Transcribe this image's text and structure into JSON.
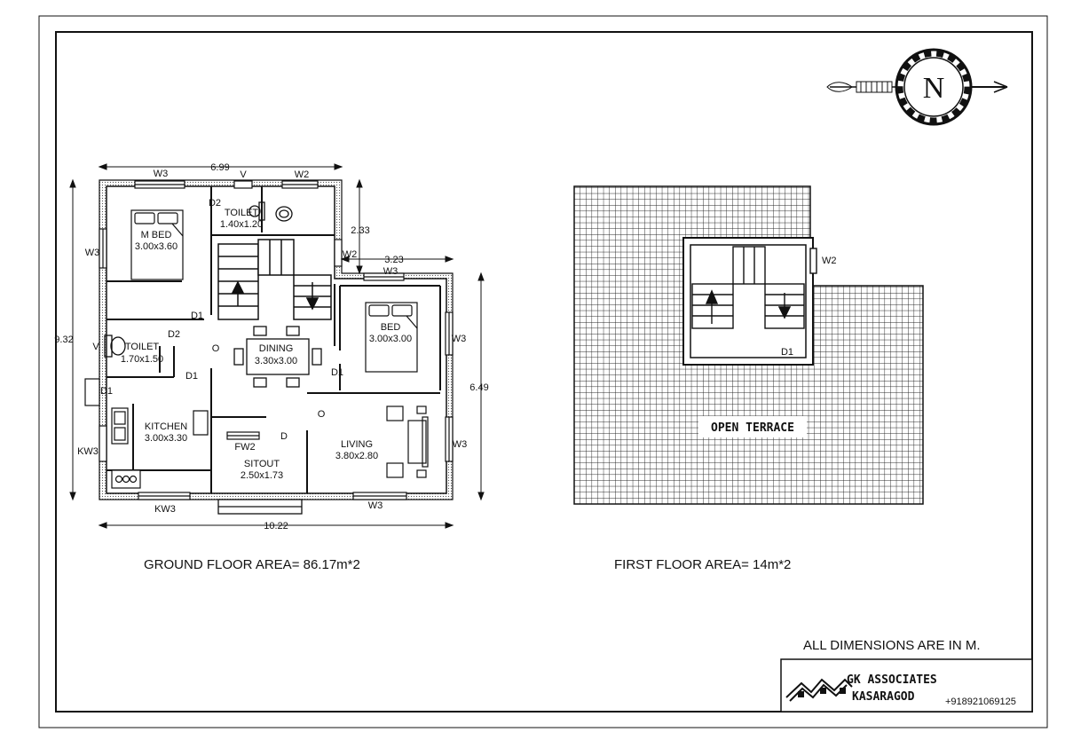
{
  "ground_floor": {
    "overall_width": "6.99",
    "overall_depth": "9.32",
    "step_dim_a": "2.33",
    "step_dim_b": "3.23",
    "right_depth": "6.49",
    "bottom_width": "10.22",
    "rooms": {
      "mbed": {
        "name": "M BED",
        "size": "3.00x3.60"
      },
      "toilet1": {
        "name": "TOILET",
        "size": "1.40x1.20"
      },
      "toilet2": {
        "name": "TOILET",
        "size": "1.70x1.50"
      },
      "dining": {
        "name": "DINING",
        "size": "3.30x3.00"
      },
      "bed": {
        "name": "BED",
        "size": "3.00x3.00"
      },
      "kitchen": {
        "name": "KITCHEN",
        "size": "3.00x3.30"
      },
      "living": {
        "name": "LIVING",
        "size": "3.80x2.80"
      },
      "sitout": {
        "name": "SITOUT",
        "size": "2.50x1.73"
      }
    },
    "marks": {
      "w3_top": "W3",
      "v_top": "V",
      "w2_top": "W2",
      "d2_top": "D2",
      "w3_left": "W3",
      "w2_right": "W2",
      "w3_bed_top": "W3",
      "d1_stair": "D1",
      "d2_toilet": "D2",
      "o_left": "O",
      "v_left": "V",
      "d1_toilet": "D1",
      "d1_kitchen": "D1",
      "d1_bed": "D1",
      "w3_bed_right": "W3",
      "o_living": "O",
      "w3_living_right": "W3",
      "fw2": "FW2",
      "d_sitout": "D",
      "kw3_left": "KW3",
      "kw3_bottom": "KW3",
      "w3_bottom": "W3"
    },
    "area_label": "GROUND FLOOR AREA= 86.17m*2"
  },
  "first_floor": {
    "terrace_label": "OPEN TERRACE",
    "w2": "W2",
    "d1": "D1",
    "area_label": "FIRST FLOOR AREA= 14m*2"
  },
  "north_symbol": "N",
  "dimensions_note": "ALL DIMENSIONS ARE IN M.",
  "title_block": {
    "firm": "GK ASSOCIATES",
    "city": "KASARAGOD",
    "phone": "+918921069125"
  }
}
